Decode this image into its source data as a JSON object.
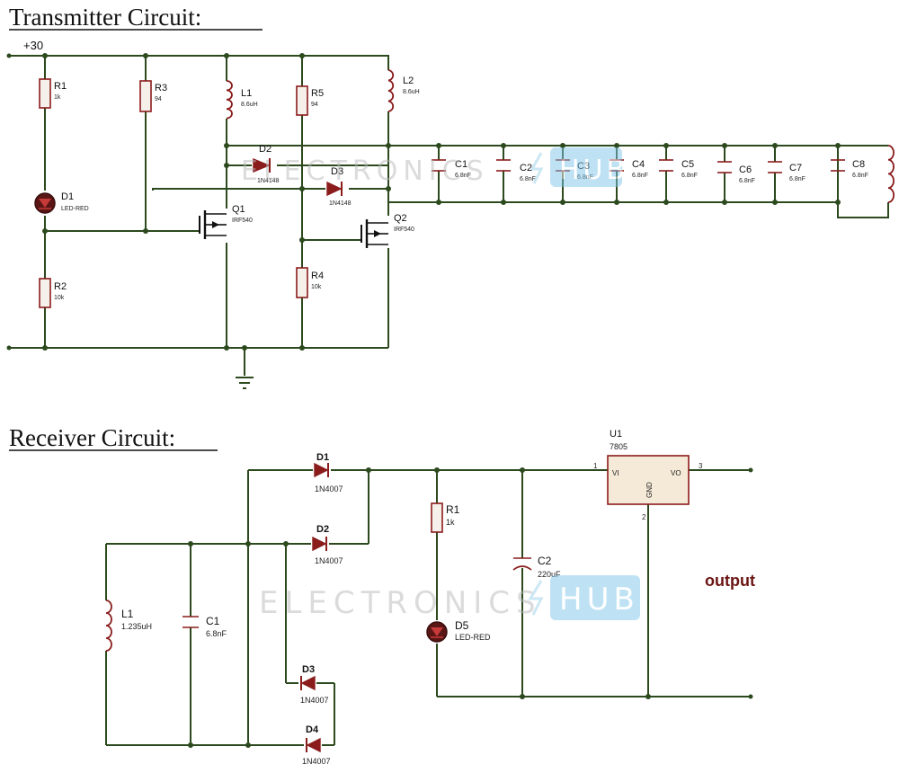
{
  "transmitter": {
    "title": "Transmitter Circuit:",
    "supply_label": "+30",
    "components": [
      {
        "ref": "R1",
        "value": "1k"
      },
      {
        "ref": "R3",
        "value": "94"
      },
      {
        "ref": "L1",
        "value": "8.6uH"
      },
      {
        "ref": "R5",
        "value": "94"
      },
      {
        "ref": "L2",
        "value": "8.6uH"
      },
      {
        "ref": "D2",
        "value": "1N4148"
      },
      {
        "ref": "D3",
        "value": "1N4148"
      },
      {
        "ref": "D1",
        "value": "LED-RED"
      },
      {
        "ref": "Q1",
        "value": "IRF540"
      },
      {
        "ref": "Q2",
        "value": "IRF540"
      },
      {
        "ref": "R2",
        "value": "10k"
      },
      {
        "ref": "R4",
        "value": "10k"
      },
      {
        "ref": "C1",
        "value": "6.8nF"
      },
      {
        "ref": "C2",
        "value": "6.8nF"
      },
      {
        "ref": "C3",
        "value": "6.8nF"
      },
      {
        "ref": "C4",
        "value": "6.8nF"
      },
      {
        "ref": "C5",
        "value": "6.8nF"
      },
      {
        "ref": "C6",
        "value": "6.8nF"
      },
      {
        "ref": "C7",
        "value": "6.8nF"
      },
      {
        "ref": "C8",
        "value": "6.8nF"
      }
    ]
  },
  "receiver": {
    "title": "Receiver Circuit:",
    "output_label": "output",
    "regulator": {
      "ref": "U1",
      "part": "7805",
      "pin_vi": "VI",
      "pin_vo": "VO",
      "pin_gnd": "GND",
      "pin1": "1",
      "pin2": "2",
      "pin3": "3"
    },
    "components": [
      {
        "ref": "D1",
        "value": "1N4007"
      },
      {
        "ref": "D2",
        "value": "1N4007"
      },
      {
        "ref": "D3",
        "value": "1N4007"
      },
      {
        "ref": "D4",
        "value": "1N4007"
      },
      {
        "ref": "R1",
        "value": "1k"
      },
      {
        "ref": "C2",
        "value": "220uF"
      },
      {
        "ref": "L1",
        "value": "1.235uH"
      },
      {
        "ref": "C1",
        "value": "6.8nF"
      },
      {
        "ref": "D5",
        "value": "LED-RED"
      }
    ]
  },
  "watermark": {
    "text_left": "ELECTRONICS",
    "text_right": "HUB"
  }
}
